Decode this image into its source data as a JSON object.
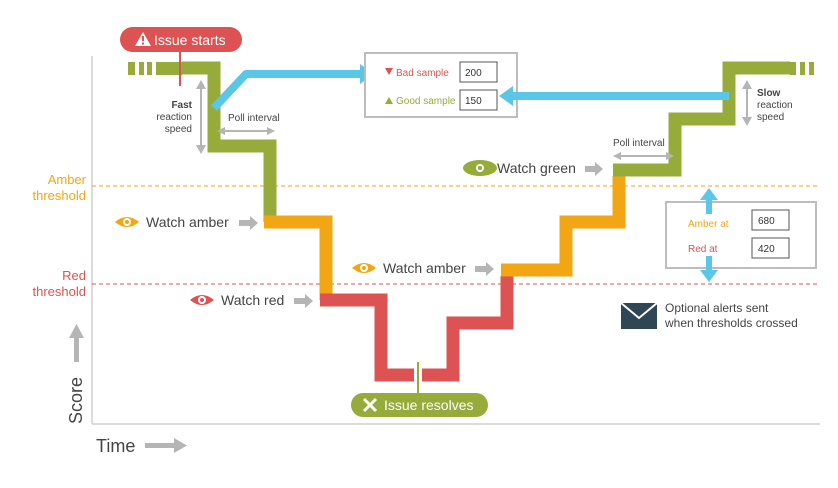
{
  "issue_starts": "Issue starts",
  "issue_resolves": "Issue resolves",
  "fast_speed": {
    "title": "Fast",
    "line2": "reaction",
    "line3": "speed"
  },
  "slow_speed": {
    "title": "Slow",
    "line2": "reaction",
    "line3": "speed"
  },
  "poll_interval_left": "Poll interval",
  "poll_interval_right": "Poll interval",
  "samples": {
    "bad_label": "Bad sample",
    "bad_value": "200",
    "good_label": "Good sample",
    "good_value": "150"
  },
  "thresholds_box": {
    "amber_label": "Amber at",
    "amber_value": "680",
    "red_label": "Red at",
    "red_value": "420"
  },
  "threshold_labels": {
    "amber_line1": "Amber",
    "amber_line2": "threshold",
    "red_line1": "Red",
    "red_line2": "threshold"
  },
  "watch_labels": {
    "watch_amber_left": "Watch amber",
    "watch_red": "Watch red",
    "watch_amber_right": "Watch amber",
    "watch_green": "Watch green"
  },
  "alerts": {
    "line1": "Optional alerts sent",
    "line2": "when thresholds crossed"
  },
  "axes": {
    "y": "Score",
    "x": "Time"
  },
  "colors": {
    "green": "#97ab3b",
    "amber": "#f3a614",
    "red": "#dd5353",
    "blue": "#5bc7e8",
    "gray": "#b5b5b5",
    "dark": "#444444"
  }
}
